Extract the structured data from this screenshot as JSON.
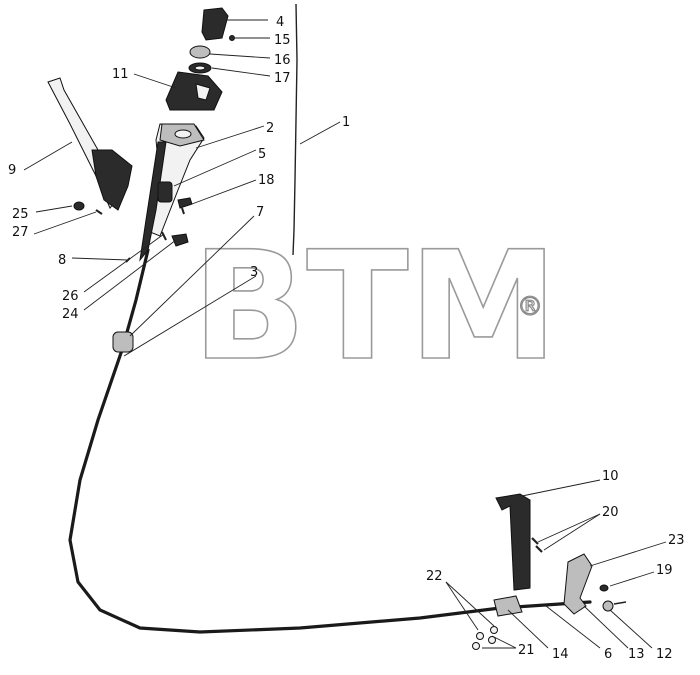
{
  "watermark": {
    "text": "BTM",
    "registered_mark": "®"
  },
  "callouts": {
    "c1": "1",
    "c2": "2",
    "c3": "3",
    "c4": "4",
    "c5": "5",
    "c6": "6",
    "c7": "7",
    "c8": "8",
    "c9": "9",
    "c10": "10",
    "c11": "11",
    "c12": "12",
    "c13": "13",
    "c14": "14",
    "c15": "15",
    "c16": "16",
    "c17": "17",
    "c18": "18",
    "c19": "19",
    "c20": "20",
    "c21": "21",
    "c22": "22",
    "c23": "23",
    "c24": "24",
    "c25": "25",
    "c26": "26",
    "c27": "27"
  },
  "colors": {
    "ink": "#111111",
    "watermark": "#9a9a9a",
    "background": "#ffffff"
  }
}
